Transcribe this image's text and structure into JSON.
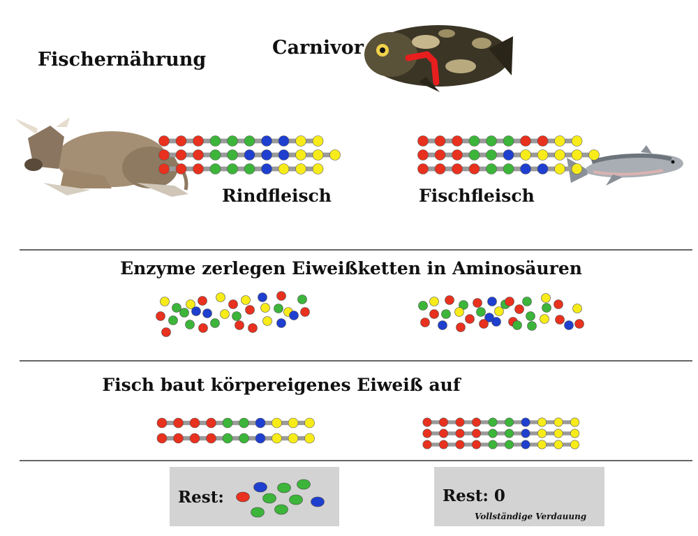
{
  "texts": {
    "title": "Fischernährung",
    "carnivor": "Carnivor",
    "rindfleisch": "Rindfleisch",
    "fischfleisch": "Fischfleisch",
    "heading_enzymes": "Enzyme zerlegen Eiweißketten in Aminosäuren",
    "heading_build": "Fisch baut körpereigenes Eiweiß auf",
    "rest_left": "Rest:",
    "rest_right": "Rest: 0",
    "complete_digestion": "Vollständige Verdauung"
  },
  "colors": {
    "red": "#e8311e",
    "green": "#3cb53a",
    "blue": "#1f3fcf",
    "yellow": "#f7ec1a",
    "link": "#9a9a9a",
    "rule": "#666666",
    "rest_bg": "#d3d3d3",
    "highlight": "#e81e1e"
  },
  "chains": {
    "beef": [
      [
        "R",
        "R",
        "R",
        "G",
        "G",
        "G",
        "B",
        "B",
        "Y",
        "Y"
      ],
      [
        "R",
        "R",
        "R",
        "G",
        "G",
        "B",
        "B",
        "B",
        "Y",
        "Y",
        "Y"
      ],
      [
        "R",
        "R",
        "R",
        "G",
        "G",
        "G",
        "B",
        "Y",
        "Y",
        "Y"
      ]
    ],
    "fish": [
      [
        "R",
        "R",
        "R",
        "G",
        "G",
        "G",
        "R",
        "R",
        "Y",
        "Y"
      ],
      [
        "R",
        "R",
        "R",
        "G",
        "G",
        "B",
        "Y",
        "Y",
        "Y",
        "Y",
        "Y"
      ],
      [
        "R",
        "R",
        "R",
        "R",
        "G",
        "G",
        "B",
        "B",
        "Y",
        "Y"
      ]
    ],
    "built_left": [
      [
        "R",
        "R",
        "R",
        "R",
        "G",
        "G",
        "B",
        "Y",
        "Y",
        "Y"
      ],
      [
        "R",
        "R",
        "R",
        "R",
        "G",
        "G",
        "B",
        "Y",
        "Y",
        "Y"
      ]
    ],
    "built_right": [
      [
        "R",
        "R",
        "R",
        "R",
        "G",
        "G",
        "B",
        "Y",
        "Y",
        "Y"
      ],
      [
        "R",
        "R",
        "R",
        "R",
        "G",
        "G",
        "B",
        "Y",
        "Y",
        "Y"
      ],
      [
        "R",
        "R",
        "R",
        "R",
        "G",
        "G",
        "B",
        "Y",
        "Y",
        "Y"
      ]
    ]
  },
  "amino_left": [
    [
      "Y",
      236,
      432
    ],
    [
      "G",
      253,
      441
    ],
    [
      "Y",
      273,
      436
    ],
    [
      "R",
      290,
      431
    ],
    [
      "Y",
      316,
      426
    ],
    [
      "R",
      334,
      436
    ],
    [
      "Y",
      352,
      430
    ],
    [
      "B",
      376,
      426
    ],
    [
      "R",
      403,
      424
    ],
    [
      "G",
      433,
      429
    ],
    [
      "R",
      230,
      453
    ],
    [
      "G",
      248,
      459
    ],
    [
      "G",
      264,
      448
    ],
    [
      "B",
      281,
      446
    ],
    [
      "B",
      297,
      449
    ],
    [
      "Y",
      322,
      450
    ],
    [
      "G",
      339,
      453
    ],
    [
      "R",
      358,
      444
    ],
    [
      "Y",
      380,
      441
    ],
    [
      "G",
      399,
      442
    ],
    [
      "Y",
      413,
      447
    ],
    [
      "R",
      437,
      447
    ],
    [
      "G",
      272,
      465
    ],
    [
      "R",
      291,
      470
    ],
    [
      "G",
      308,
      463
    ],
    [
      "R",
      343,
      466
    ],
    [
      "R",
      362,
      470
    ],
    [
      "Y",
      383,
      460
    ],
    [
      "B",
      403,
      463
    ],
    [
      "B",
      421,
      452
    ],
    [
      "R",
      238,
      476
    ]
  ],
  "amino_right": [
    [
      "G",
      606,
      438
    ],
    [
      "Y",
      622,
      432
    ],
    [
      "R",
      644,
      430
    ],
    [
      "G",
      664,
      437
    ],
    [
      "R",
      684,
      434
    ],
    [
      "B",
      705,
      432
    ],
    [
      "G",
      724,
      436
    ],
    [
      "R",
      744,
      443
    ],
    [
      "G",
      755,
      432
    ],
    [
      "Y",
      782,
      427
    ],
    [
      "G",
      783,
      441
    ],
    [
      "R",
      800,
      436
    ],
    [
      "Y",
      827,
      442
    ],
    [
      "R",
      622,
      450
    ],
    [
      "G",
      639,
      450
    ],
    [
      "Y",
      658,
      447
    ],
    [
      "R",
      673,
      457
    ],
    [
      "G",
      689,
      447
    ],
    [
      "B",
      701,
      455
    ],
    [
      "Y",
      715,
      446
    ],
    [
      "R",
      730,
      432
    ],
    [
      "R",
      735,
      461
    ],
    [
      "G",
      760,
      453
    ],
    [
      "Y",
      780,
      457
    ],
    [
      "R",
      802,
      458
    ],
    [
      "R",
      609,
      462
    ],
    [
      "B",
      634,
      466
    ],
    [
      "R",
      660,
      469
    ],
    [
      "R",
      693,
      464
    ],
    [
      "B",
      711,
      461
    ],
    [
      "G",
      741,
      466
    ],
    [
      "G",
      762,
      467
    ],
    [
      "B",
      815,
      466
    ],
    [
      "R",
      830,
      464
    ]
  ],
  "rest_dots": [
    [
      "R",
      348,
      712
    ],
    [
      "B",
      373,
      698
    ],
    [
      "G",
      386,
      714
    ],
    [
      "G",
      407,
      699
    ],
    [
      "G",
      435,
      694
    ],
    [
      "G",
      424,
      716
    ],
    [
      "B",
      455,
      719
    ],
    [
      "G",
      403,
      730
    ],
    [
      "G",
      369,
      734
    ]
  ]
}
